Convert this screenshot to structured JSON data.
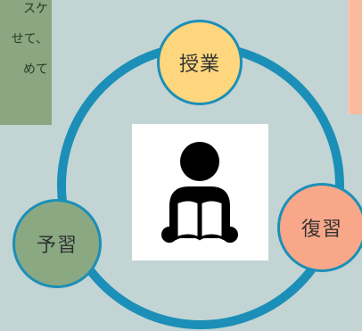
{
  "left_note": {
    "lines": [
      "スケ",
      "せて、",
      "めて"
    ]
  },
  "cycle": {
    "nodes": {
      "class": "授業",
      "preview": "予習",
      "review": "復習"
    },
    "center_icon": "person-reading-book-icon"
  },
  "colors": {
    "background": "#c2d4d4",
    "ring": "#1b8fb7",
    "class_node": "#fdd67e",
    "preview_node": "#8aa983",
    "review_node": "#f8a889",
    "left_note": "#8ba680",
    "right_note": "#f8b99c"
  }
}
